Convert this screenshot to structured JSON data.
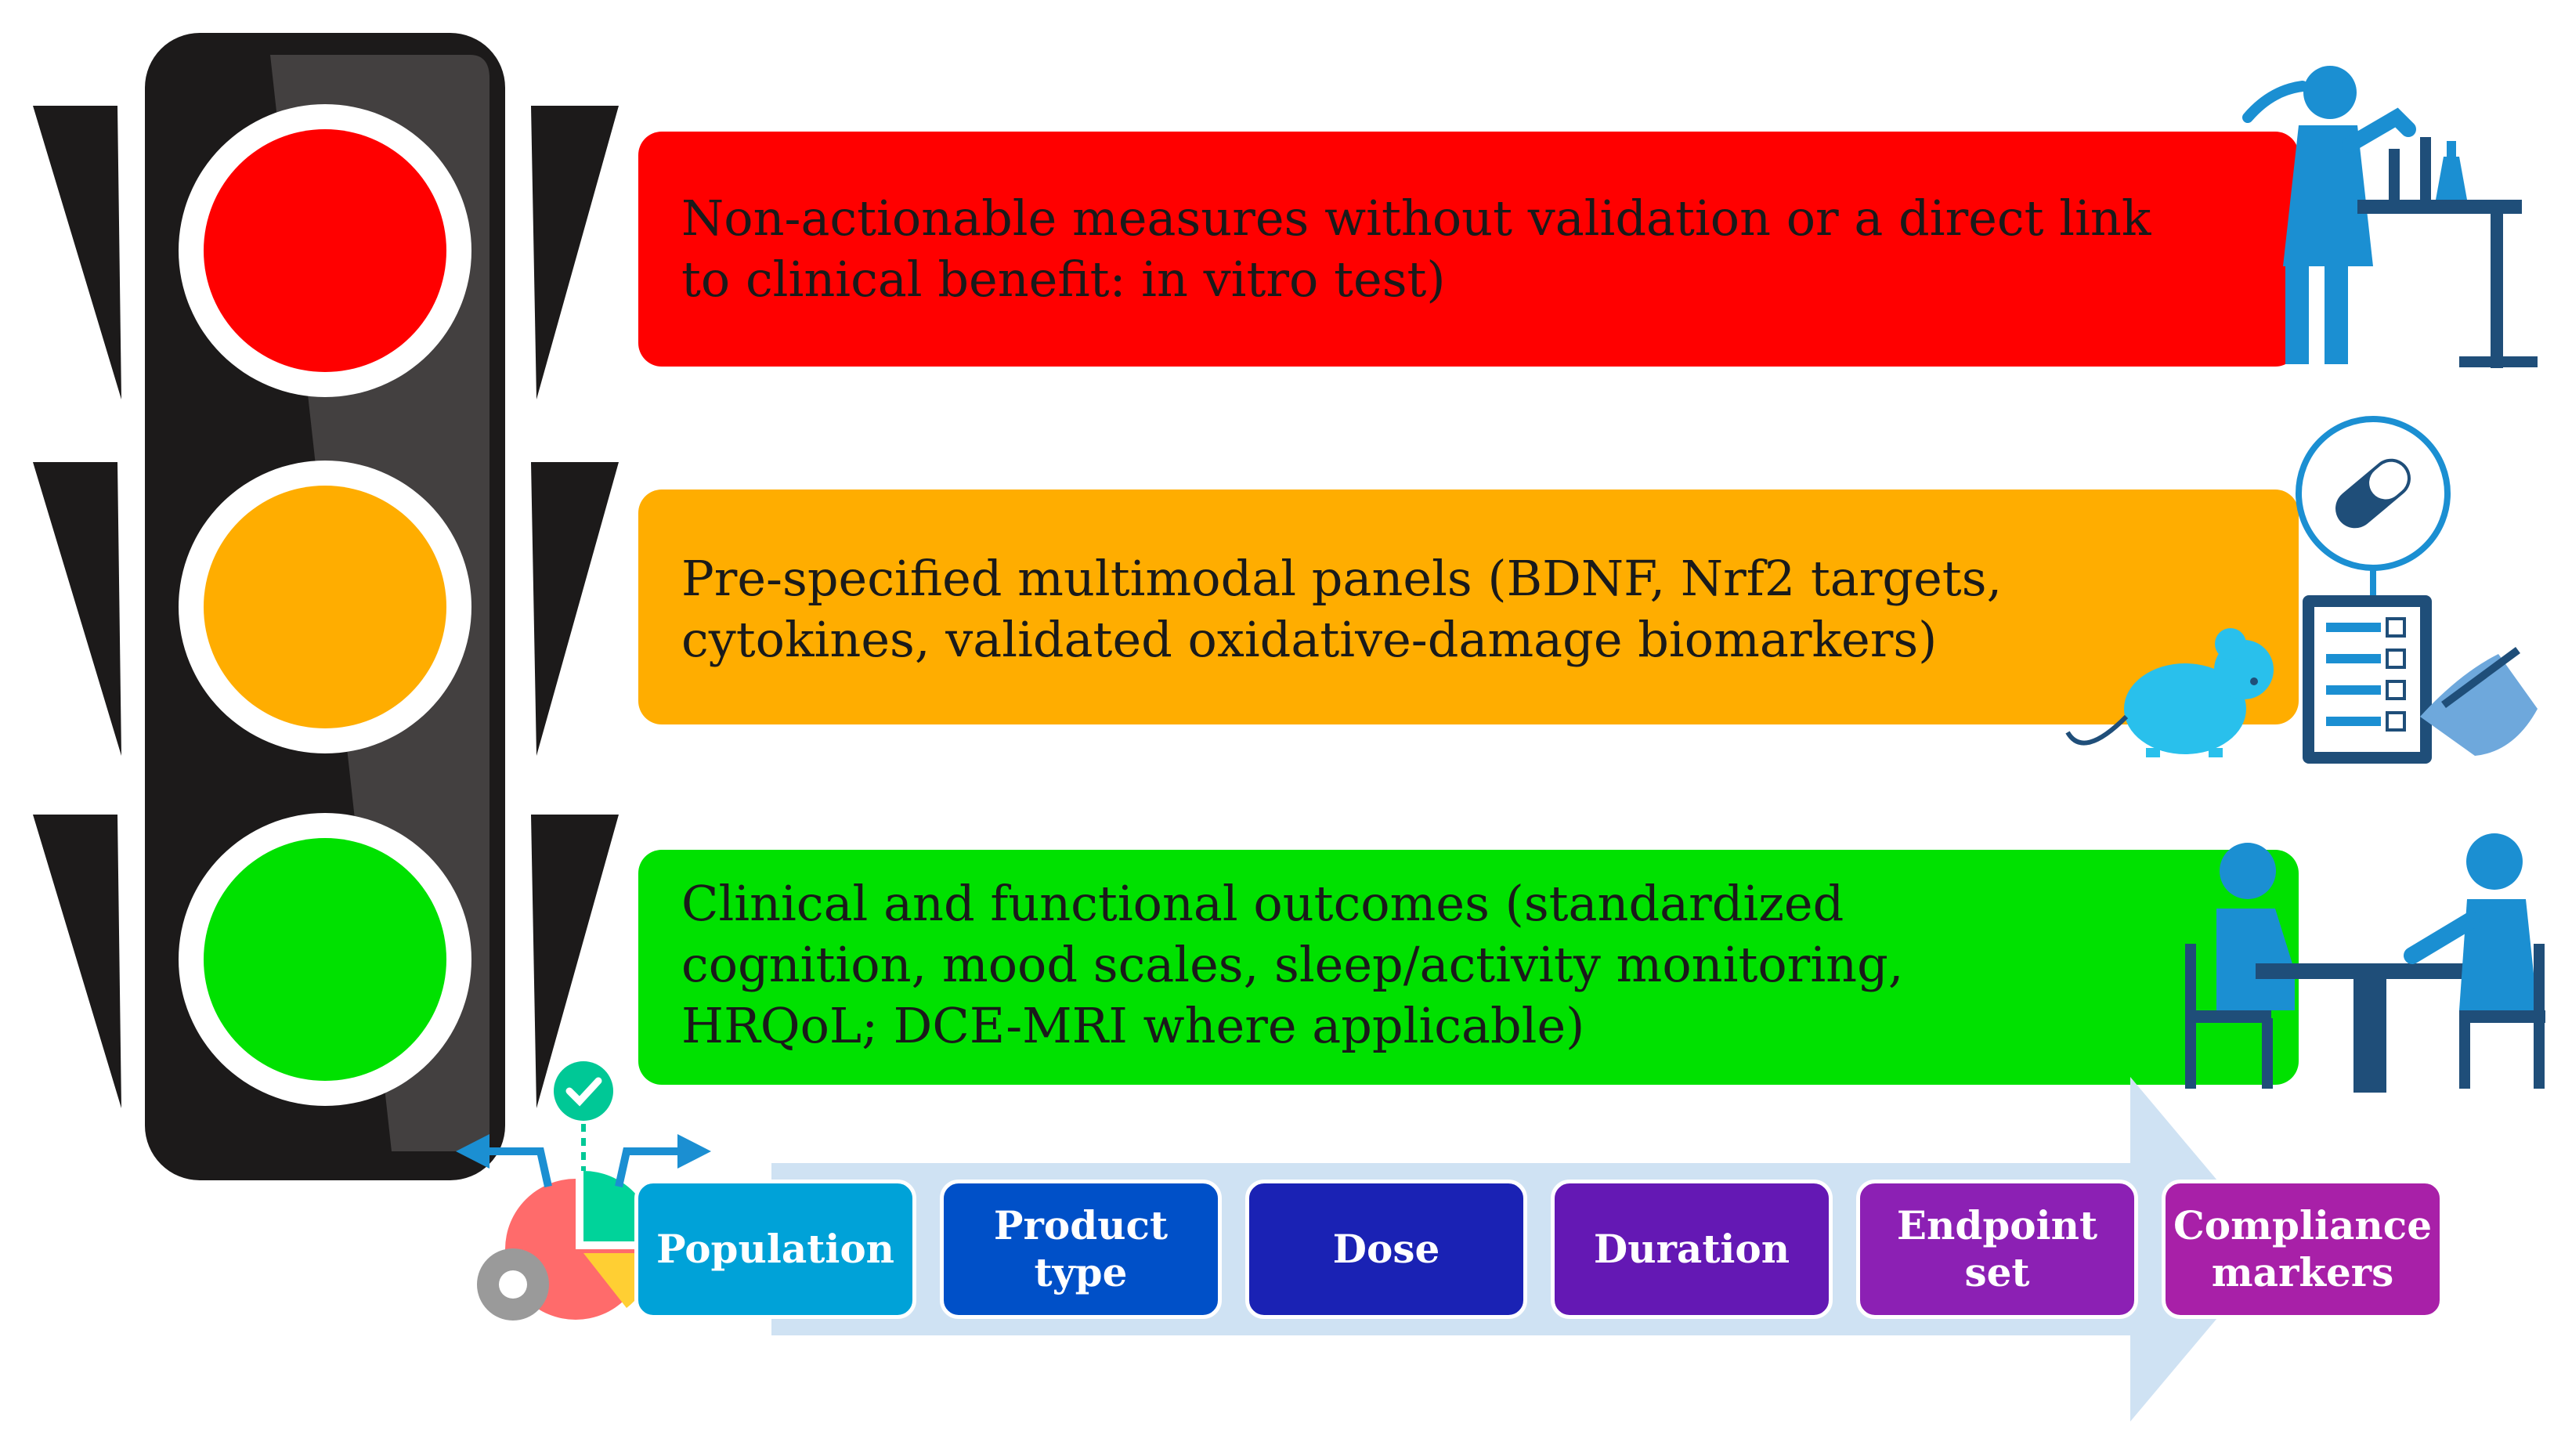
{
  "tiers": [
    {
      "id": "red",
      "color": "#ff0000",
      "text": "Non-actionable measures without validation or a direct link to clinical benefit: in vitro test)"
    },
    {
      "id": "amber",
      "color": "#ffad00",
      "text": "Pre-specified multimodal panels (BDNF, Nrf2 targets, cytokines, validated oxidative-damage biomarkers)"
    },
    {
      "id": "green",
      "color": "#00e100",
      "text": "Clinical and functional outcomes (standardized cognition, mood scales, sleep/activity monitoring, HRQoL; DCE-MRI where applicable)"
    }
  ],
  "steps": [
    {
      "label": "Population",
      "color": "#00a2d8"
    },
    {
      "label": "Product type",
      "color": "#0050c8"
    },
    {
      "label": "Dose",
      "color": "#1a22b4"
    },
    {
      "label": "Duration",
      "color": "#6418b4"
    },
    {
      "label": "Endpoint set",
      "color": "#8c20b4"
    },
    {
      "label": "Compliance markers",
      "color": "#a820a8"
    }
  ],
  "colors": {
    "housing": "#1c1a1a",
    "arrow": "#cfe2f3",
    "icon_blue": "#1b8fd2",
    "icon_navy": "#1f4e79"
  },
  "icons": [
    "traffic-light",
    "scientist-icon",
    "pill-icon",
    "checklist-icon",
    "mouse-icon",
    "consultation-icon",
    "pie-chart-icon",
    "gear-icon",
    "check-icon"
  ]
}
